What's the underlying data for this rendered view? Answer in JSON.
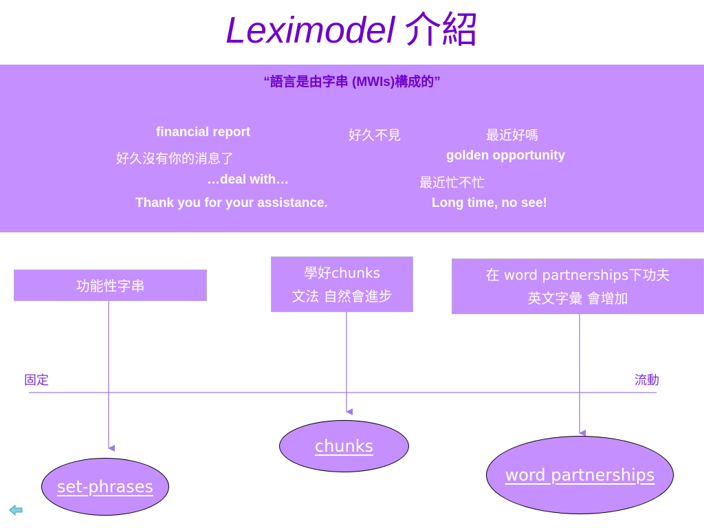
{
  "slide": {
    "title_latin": "Leximodel",
    "title_cjk": "介紹",
    "quote": "“語言是由字串 (MWIs)構成的”",
    "examples": {
      "financial_report": "financial report",
      "hao_jiu_bu_jian": "好久不見",
      "zui_jin_hao_ma": "最近好嗎",
      "hao_jiu_mei_you": "好久沒有你的消息了",
      "golden_opportunity": "golden opportunity",
      "deal_with": "…deal with…",
      "zui_jin_mang": "最近忙不忙",
      "thank_you": "Thank you for your assistance.",
      "long_time": "Long time, no see!"
    },
    "boxes": {
      "functional": "功能性字串",
      "chunks_line1": "學好chunks",
      "chunks_line2": "文法 自然會進步",
      "partners_line1": "在 word partnerships下功夫",
      "partners_line2": "英文字彙 會增加"
    },
    "axis": {
      "left_label": "固定",
      "right_label": "流動"
    },
    "ellipses": {
      "set_phrases": "set-phrases",
      "chunks": "chunks",
      "word_partnerships": "word partnerships"
    },
    "colors": {
      "accent_purple": "#6f00cc",
      "band_lavender": "#c58fff",
      "line_purple": "#a07be0"
    },
    "icons": {
      "back": "back-arrow-icon"
    }
  }
}
